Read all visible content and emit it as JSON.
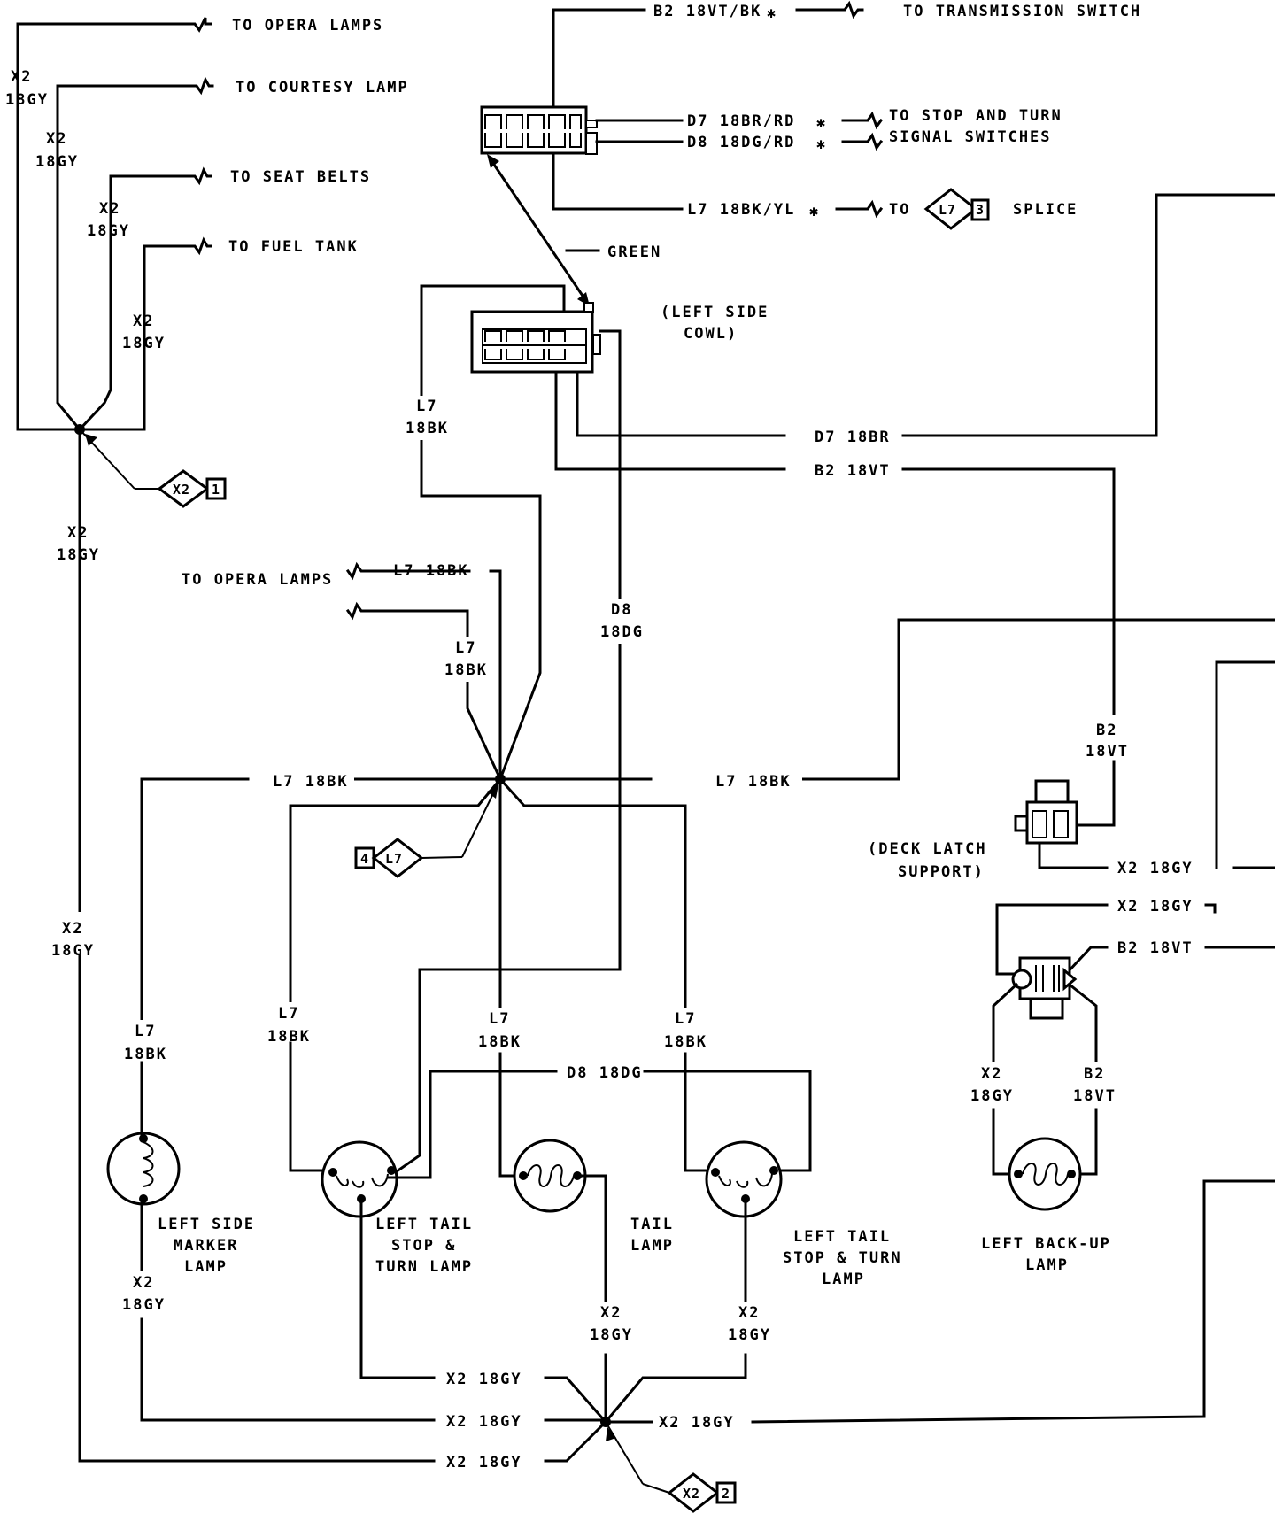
{
  "splices": {
    "x2_1": {
      "id": "X2",
      "num": "1"
    },
    "l7_3": {
      "id": "L7",
      "num": "3"
    },
    "l7_4": {
      "id": "L7",
      "num": "4"
    },
    "x2_2": {
      "id": "X2",
      "num": "2"
    }
  },
  "destinations": {
    "opera_lamps_top": "TO OPERA LAMPS",
    "courtesy_lamp": "TO COURTESY LAMP",
    "seat_belts": "TO SEAT BELTS",
    "fuel_tank": "TO FUEL TANK",
    "transmission_switch": "TO TRANSMISSION SWITCH",
    "stop_turn_1": "TO STOP AND TURN",
    "stop_turn_2": "SIGNAL SWITCHES",
    "splice_to": "TO",
    "splice_word": "SPLICE",
    "opera_lamps_mid": "TO OPERA LAMPS"
  },
  "wires": {
    "x2_18gy_a": "X2",
    "x2_18gy_b": "18GY",
    "b2_top": "B2 18VT/BK",
    "d7_top": "D7 18BR/RD",
    "d8_top": "D8 18DG/RD",
    "l7_top": "L7 18BK/YL",
    "star": "✱",
    "green": "GREEN",
    "l7_a": "L7",
    "l7_b": "18BK",
    "d7_mid": "D7 18BR",
    "b2_mid": "B2 18VT",
    "d8_a": "D8",
    "d8_b": "18DG",
    "l7_18bk": "L7 18BK",
    "b2_a": "B2",
    "b2_b": "18VT",
    "x2_18gy": "X2 18GY",
    "b2_18vt": "B2 18VT",
    "d8_18dg": "D8 18DG"
  },
  "components": {
    "cowl_1": "(LEFT SIDE",
    "cowl_2": "COWL)",
    "deck_1": "(DECK LATCH",
    "deck_2": "SUPPORT)",
    "marker_1": "LEFT SIDE",
    "marker_2": "MARKER",
    "marker_3": "LAMP",
    "lts_1": "LEFT TAIL",
    "lts_2": "STOP &",
    "lts_3": "TURN LAMP",
    "tail_1": "TAIL",
    "tail_2": "LAMP",
    "rts_1": "LEFT TAIL",
    "rts_2": "STOP & TURN",
    "rts_3": "LAMP",
    "backup_1": "LEFT BACK-UP",
    "backup_2": "LAMP"
  }
}
